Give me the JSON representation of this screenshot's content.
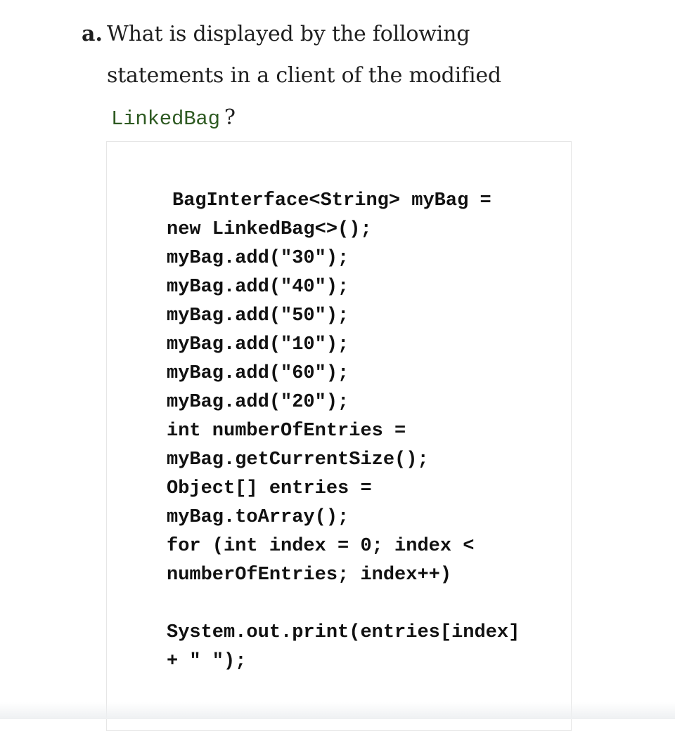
{
  "question": {
    "label": "a.",
    "line1": "What is displayed by the following",
    "line2": "statements in a client of the modified",
    "class_name": "LinkedBag",
    "line3_suffix": "?"
  },
  "code": {
    "lines": [
      "BagInterface<String> myBag =",
      "new LinkedBag<>();",
      "myBag.add(\"30\");",
      "myBag.add(\"40\");",
      "myBag.add(\"50\");",
      "myBag.add(\"10\");",
      "myBag.add(\"60\");",
      "myBag.add(\"20\");",
      "int numberOfEntries =",
      "myBag.getCurrentSize();",
      "Object[] entries =",
      "myBag.toArray();",
      "for (int index = 0; index <",
      "numberOfEntries; index++)",
      "",
      "System.out.print(entries[index]",
      "+ \" \");"
    ]
  }
}
